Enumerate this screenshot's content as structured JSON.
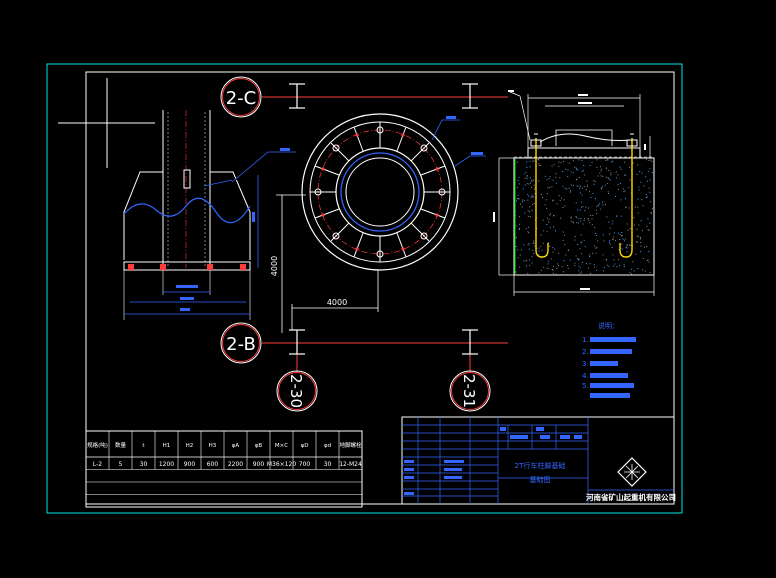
{
  "grid_labels": {
    "top": "2-C",
    "bottom": "2-B",
    "col_left": "2-30",
    "col_right": "2-31"
  },
  "dimensions": {
    "vertical": "4000",
    "horizontal": "4000"
  },
  "drawing_notes": {
    "heading": "说明：",
    "items": [
      "1.",
      "2.",
      "3.",
      "4.",
      "5."
    ]
  },
  "param_table": {
    "headers": [
      "规格(吨)",
      "数量",
      "t",
      "H1",
      "H2",
      "H3",
      "φA",
      "φB",
      "M×C",
      "φD",
      "φd",
      "地脚螺栓"
    ],
    "rows": [
      [
        "L-2",
        "5",
        "30",
        "1200",
        "900",
        "600",
        "2200",
        "900",
        "M36×120",
        "700",
        "30",
        "12-M24"
      ]
    ]
  },
  "title_block": {
    "company": "河南省矿山起重机有限公司",
    "drawing_title": "2T行车柱脚基础",
    "sub_title": "基础图"
  },
  "colors": {
    "frame": "#00e5e5",
    "outline": "#ffffff",
    "dimension": "#3366ff",
    "grid_line": "#ff3b3b",
    "concrete": "#00c000",
    "anchor": "#ffd800"
  }
}
